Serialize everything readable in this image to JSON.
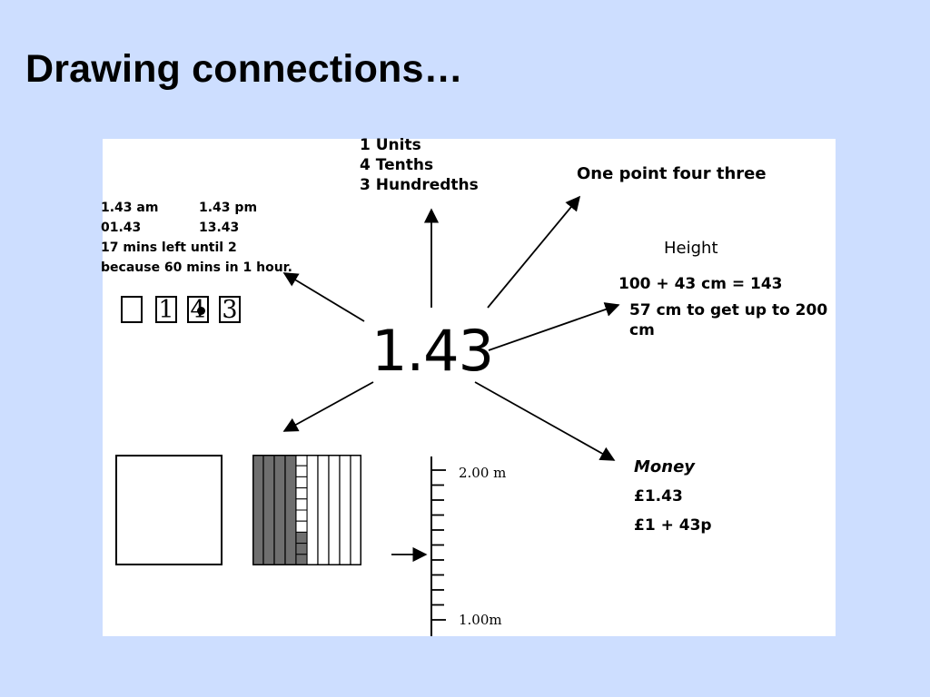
{
  "slide": {
    "title": "Drawing connections…"
  },
  "diagram": {
    "center_value": "1.43",
    "place_value": {
      "line1": "1 Units",
      "line2": "4 Tenths",
      "line3": "3 Hundredths"
    },
    "words": "One point four three",
    "time": {
      "am": "1.43 am",
      "pm": "1.43 pm",
      "h24_am": "01.43",
      "h24_pm": "13.43",
      "line3": "17 mins left until 2",
      "line4": "because 60 mins in 1 hour."
    },
    "height": {
      "title": "Height",
      "line1": "100 + 43 cm = 143",
      "line2": "57 cm to get up to 200 cm"
    },
    "money": {
      "title": "Money",
      "line1": "£1.43",
      "line2": "£1 + 43p"
    },
    "digit_boxes": [
      "",
      "1",
      "4",
      "3"
    ],
    "ruler": {
      "top_label": "2.00 m",
      "bottom_label": "1.00m",
      "divisions": 10,
      "marked_value": 1.43
    },
    "tenths_model": {
      "tenths_shaded": 4,
      "hundredths_shaded": 3,
      "total_tenths": 10
    },
    "colors": {
      "background": "#cddeff",
      "panel": "#ffffff",
      "shade": "#6f6f6f",
      "ink": "#000000"
    }
  }
}
